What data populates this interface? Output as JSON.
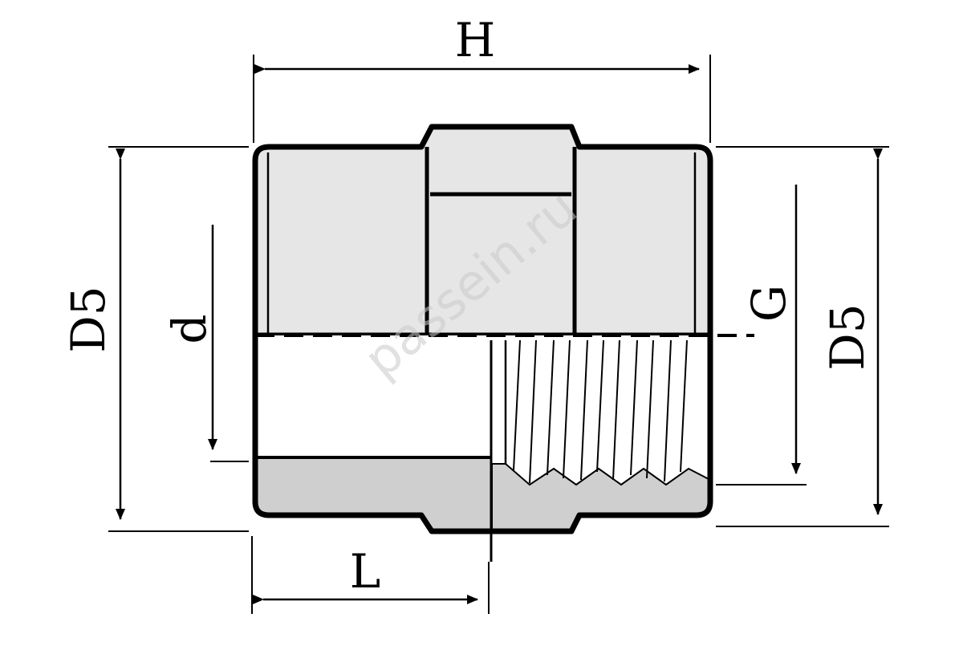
{
  "figure": {
    "dimensions": {
      "overall_length": "H",
      "outer_diameter_left": "D5",
      "outer_diameter_right": "D5",
      "bore_diameter": "d",
      "thread_size": "G",
      "socket_depth": "L"
    },
    "watermark": "passein.ru",
    "colors": {
      "outline": "#000000",
      "body_fill": "#e6e6e6",
      "section_fill": "#cfcfcf",
      "bore_fill": "#ffffff"
    }
  }
}
